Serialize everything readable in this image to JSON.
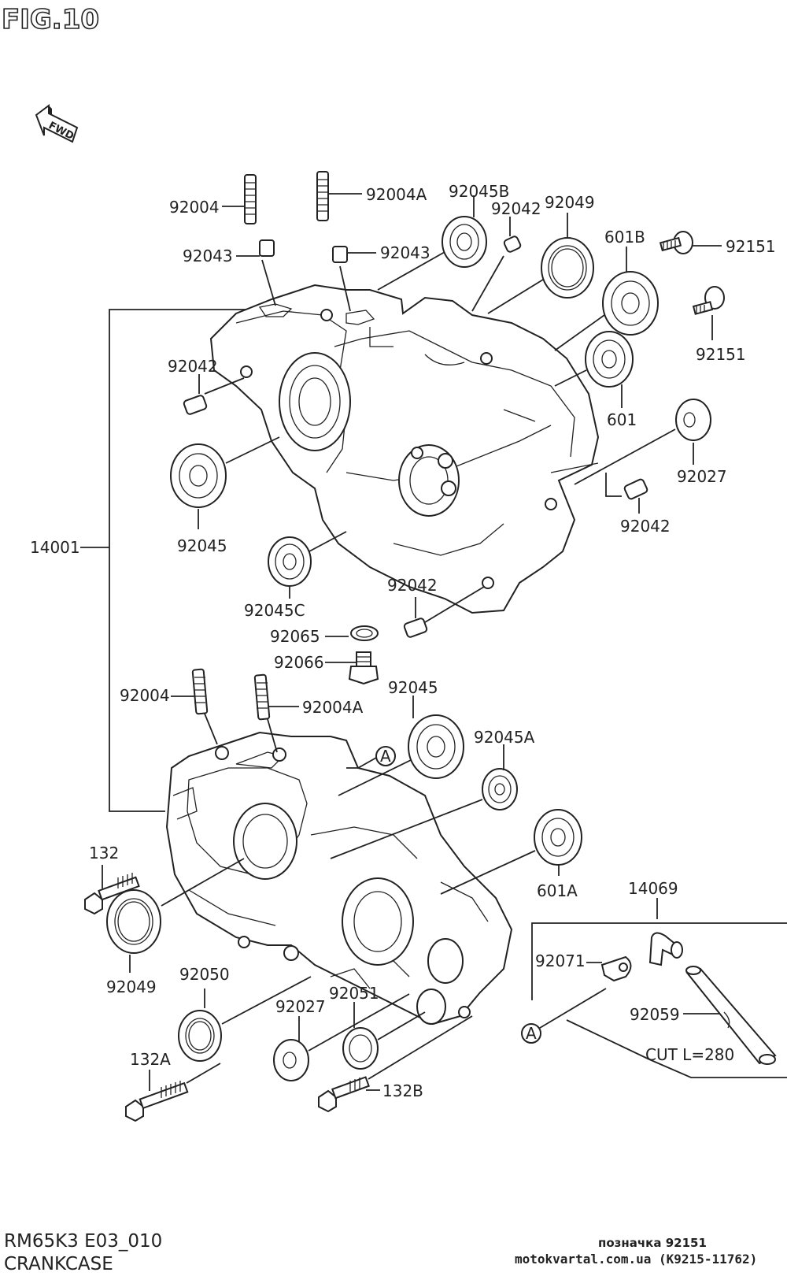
{
  "header": {
    "fig_title": "FIG.10",
    "fwd": "FWD"
  },
  "labels": {
    "l92004_top": "92004",
    "l92004A_top": "92004A",
    "l92045B": "92045B",
    "l92042_top": "92042",
    "l92049_top": "92049",
    "l601B": "601B",
    "l92151_a": "92151",
    "l92043_left": "92043",
    "l92043_right": "92043",
    "l92151_b": "92151",
    "l92042_left": "92042",
    "l601": "601",
    "l92027_right": "92027",
    "l92042_right": "92042",
    "l14001": "14001",
    "l92045_left": "92045",
    "l92042_mid": "92042",
    "l92045C": "92045C",
    "l92065": "92065",
    "l92066": "92066",
    "l92004_low": "92004",
    "l92004A_low": "92004A",
    "l92045_low": "92045",
    "l92045A": "92045A",
    "circleA_1": "A",
    "l132": "132",
    "l601A": "601A",
    "l14069": "14069",
    "l92071": "92071",
    "l92049_low": "92049",
    "l92050": "92050",
    "l92051": "92051",
    "l92027_low": "92027",
    "l92059": "92059",
    "circleA_2": "A",
    "cut_note": "CUT L=280",
    "l132A": "132A",
    "l132B": "132B"
  },
  "footer": {
    "model_code": "RM65K3 E03_010",
    "section_name": "CRANKCASE",
    "watermark_line1": "позначка 92151",
    "watermark_line2": "motokvartal.com.ua (K9215-11762)"
  }
}
